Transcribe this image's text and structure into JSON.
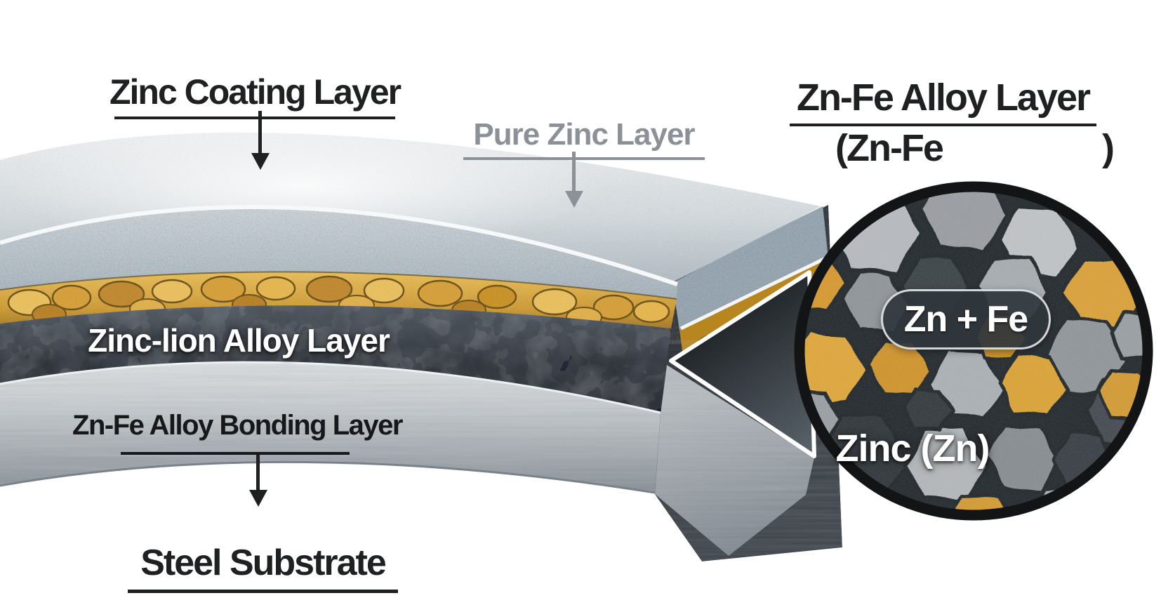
{
  "diagram_title": "Galvanized steel zinc coating layer structure",
  "labels": {
    "zinc_coating": "Zinc Coating Layer",
    "pure_zinc": "Pure Zinc Layer",
    "znfe_alloy_title": "Zn-Fe Alloy Layer",
    "znfe_formula_open": "(Zn-Fe",
    "znfe_formula_close": ")",
    "zinc_iron_alloy": "Zinc-lion Alloy Layer",
    "znfe_bonding": "Zn-Fe Alloy Bonding Layer",
    "steel_substrate": "Steel Substrate"
  },
  "inset": {
    "badge": "Zn + Fe",
    "zinc_label": "Zinc (Zn)"
  },
  "icons": {
    "down_arrow_black": "▼",
    "down_arrow_gray": "▼"
  },
  "colors": {
    "label_black": "#1f2022",
    "label_gray": "#8b9196",
    "gold_layer": "#d59a2f",
    "dark_alloy_layer": "#2b3137",
    "zinc_speckle_layer": "#b3bfc9",
    "steel_light": "#e2e5e7",
    "steel_dark": "#848c94",
    "badge_background": "#30363c",
    "inset_ring": "#121416",
    "background": "#ffffff"
  }
}
